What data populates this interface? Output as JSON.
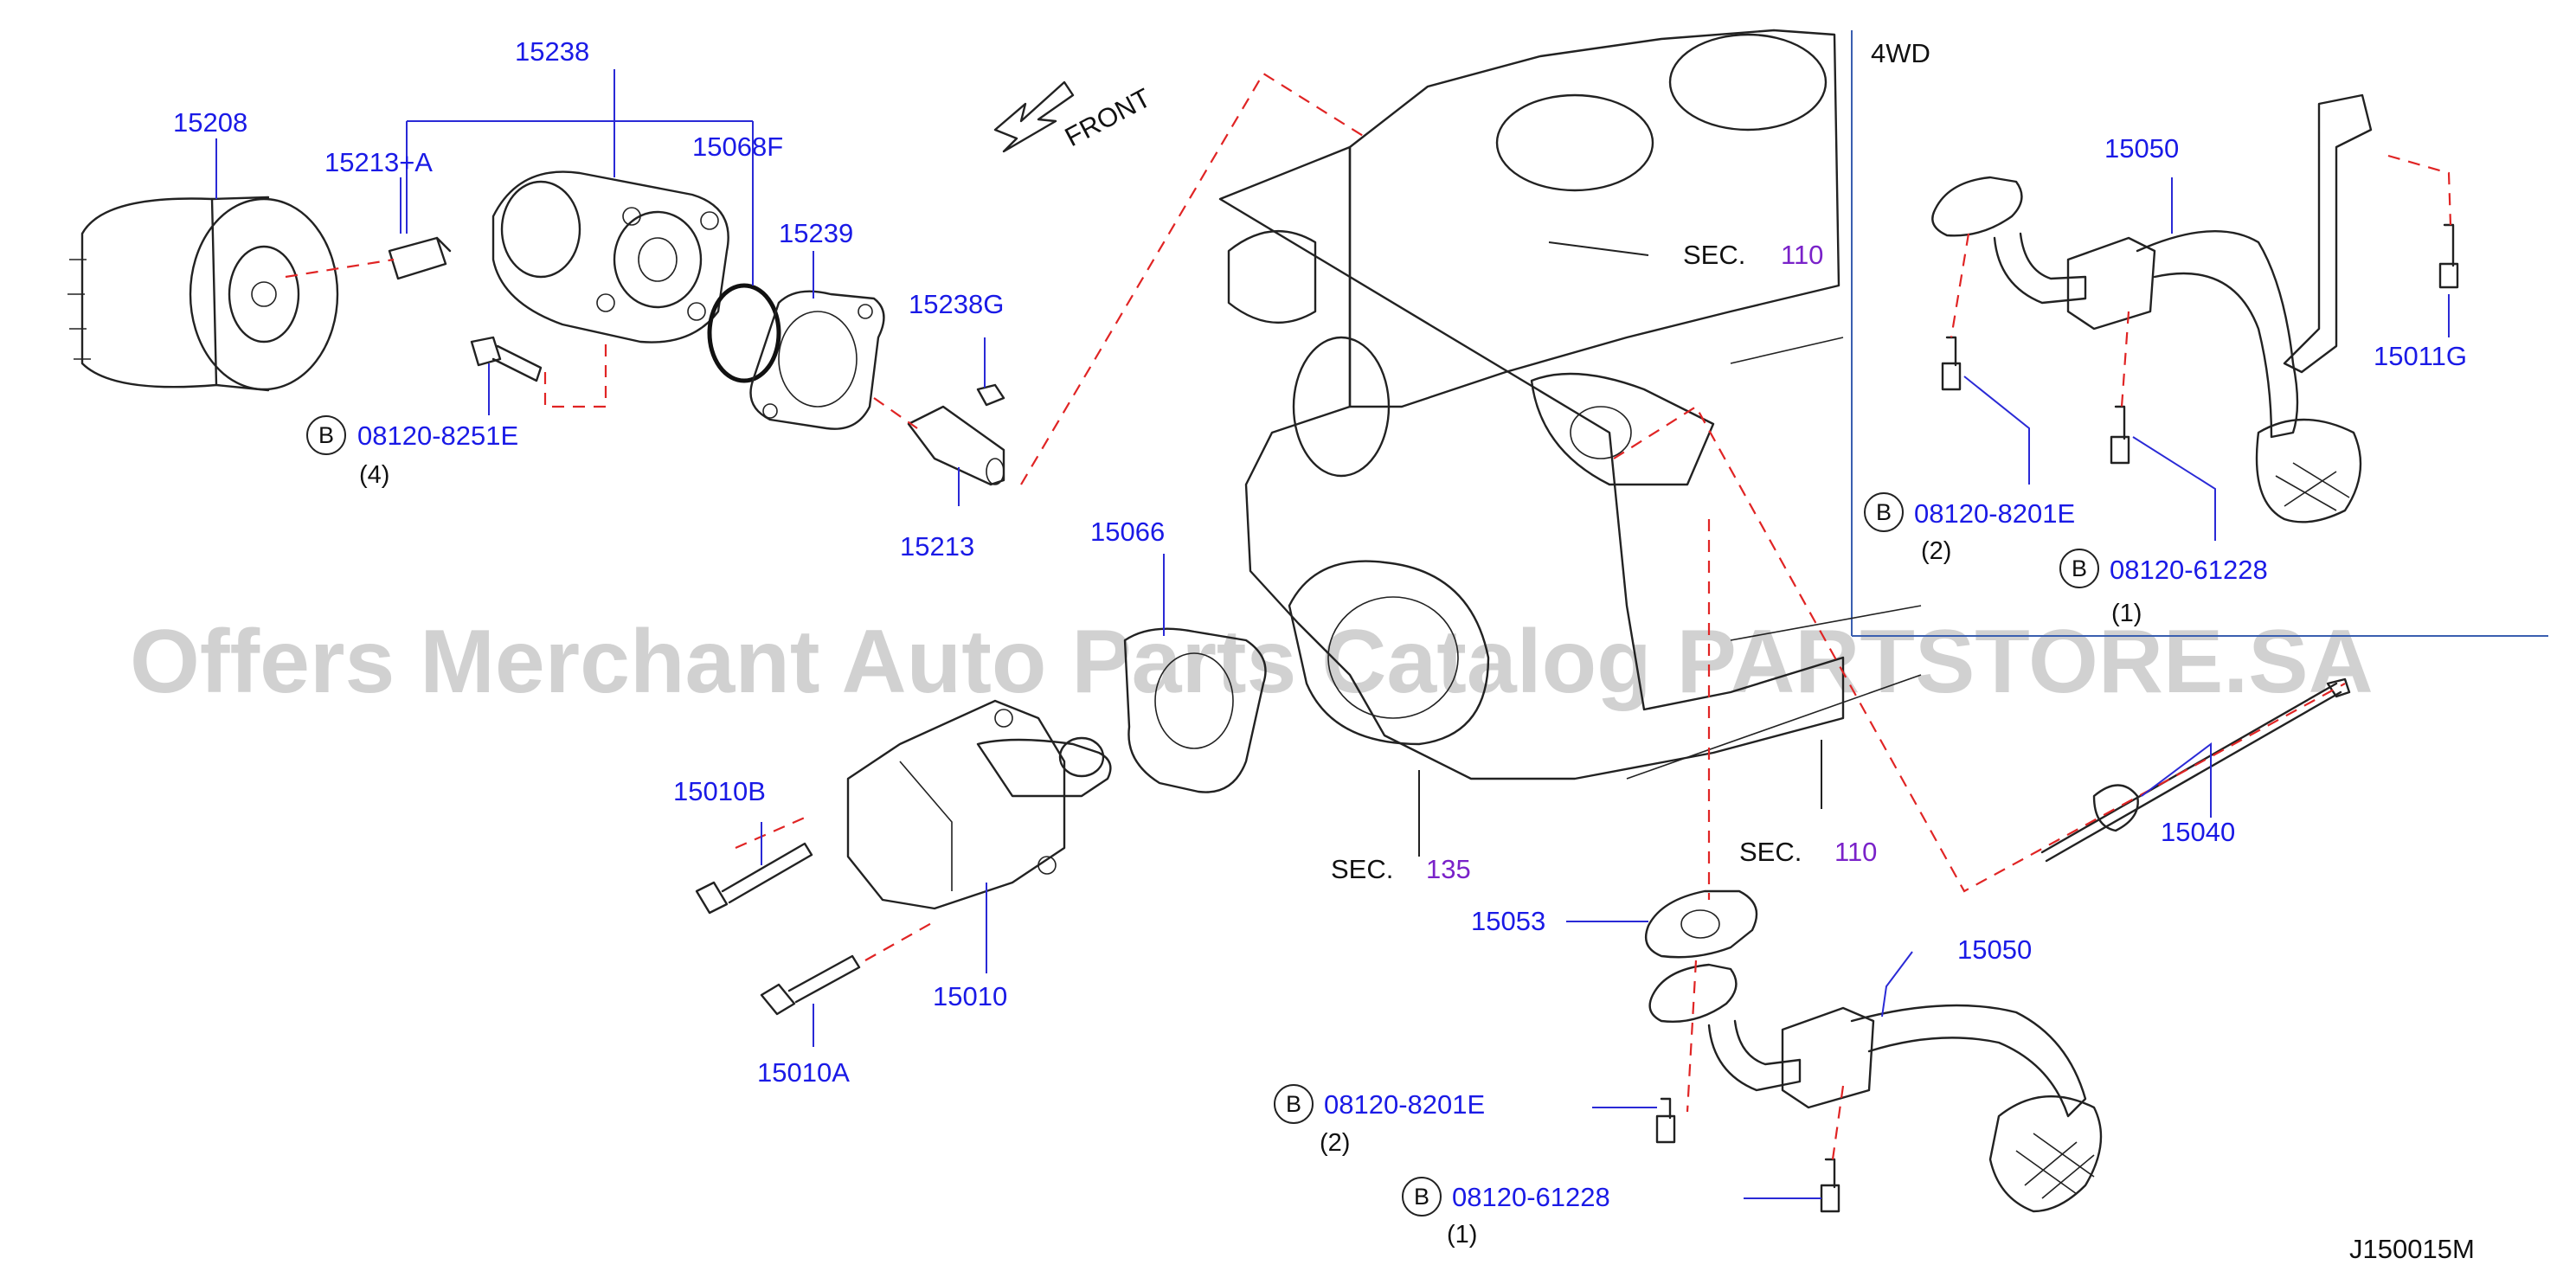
{
  "view_label": "4WD",
  "front_label": "FRONT",
  "watermark": "Offers Merchant Auto Parts Catalog PARTSTORE.SA",
  "diagram_code": "J150015M",
  "sec_prefix": "SEC.",
  "bolt_badge": "B",
  "parts": {
    "p15238": "15238",
    "p15208": "15208",
    "p15213a": "15213+A",
    "p15068f": "15068F",
    "p15239": "15239",
    "p15238g": "15238G",
    "p15213": "15213",
    "p15066": "15066",
    "p15010b": "15010B",
    "p15010": "15010",
    "p15010a": "15010A",
    "p15053": "15053",
    "p15050_main": "15050",
    "p15040": "15040",
    "p15050_4wd": "15050",
    "p15011g": "15011G"
  },
  "sections": {
    "sec_110_top": "110",
    "sec_110_bottom": "110",
    "sec_135": "135"
  },
  "bolts": {
    "b1": {
      "code": "08120-8251E",
      "qty": "(4)"
    },
    "b2": {
      "code": "08120-8201E",
      "qty": "(2)"
    },
    "b3": {
      "code": "08120-61228",
      "qty": "(1)"
    },
    "b4": {
      "code": "08120-8201E",
      "qty": "(2)"
    },
    "b5": {
      "code": "08120-61228",
      "qty": "(1)"
    }
  }
}
